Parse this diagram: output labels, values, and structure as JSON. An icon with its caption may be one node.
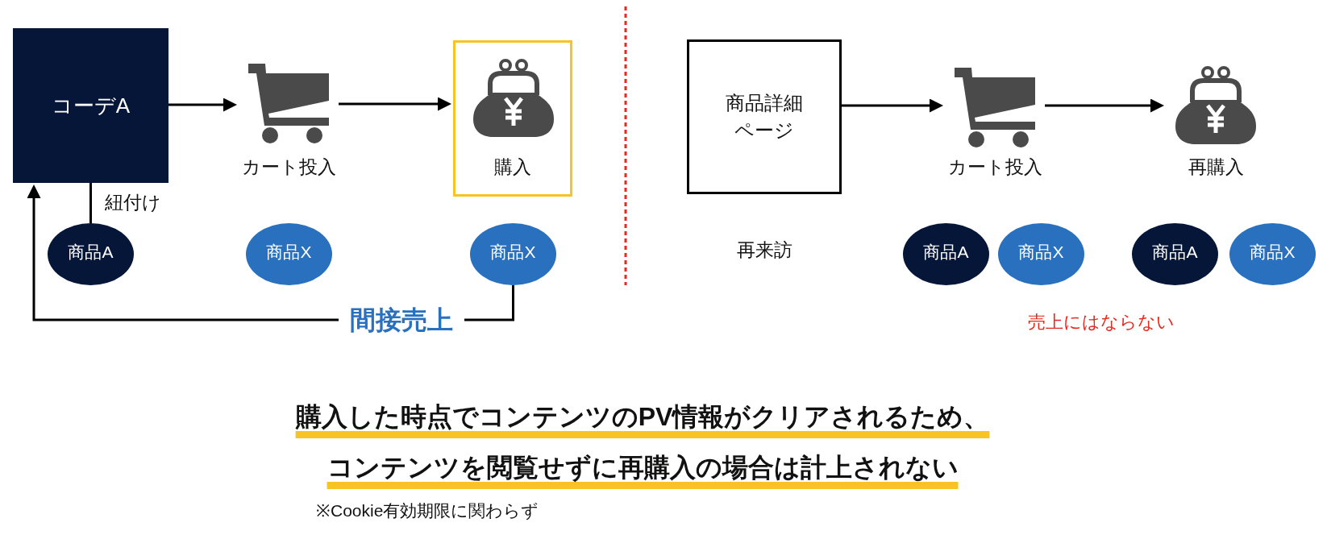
{
  "diagram": {
    "nodes": [
      {
        "text": [
          "コーデA"
        ]
      },
      {
        "text": [],
        "shape": "picture",
        "beside": [
          "カート投入"
        ]
      },
      {
        "text": [
          "購入"
        ]
      },
      {
        "text": [],
        "shape": "picture",
        "in": 2
      },
      {
        "text": [
          "商品A"
        ]
      },
      {
        "text": [
          "商品X"
        ]
      },
      {
        "text": [
          "商品X"
        ]
      },
      {
        "text": [
          "商品詳細ページ"
        ],
        "beside": [
          "再来訪"
        ]
      },
      {
        "text": [],
        "shape": "picture",
        "beside": [
          "カート投入"
        ]
      },
      {
        "text": [],
        "shape": "picture",
        "beside": [
          "再購入"
        ]
      },
      {
        "text": [
          "商品A"
        ]
      },
      {
        "text": [
          "商品X"
        ]
      },
      {
        "text": [
          "商品A"
        ]
      },
      {
        "text": [
          "商品X"
        ]
      }
    ],
    "edges": [
      {
        "from": 0,
        "to": 1,
        "arrow": "to"
      },
      {
        "from": 1,
        "to": 2,
        "arrow": "to"
      },
      {
        "from": 0,
        "to": 4,
        "arrow": "none",
        "label": "紐付け"
      },
      {
        "from": 6,
        "to": 0,
        "arrow": "to",
        "label": "間接売上"
      },
      {
        "from": 7,
        "to": 8,
        "arrow": "to"
      },
      {
        "from": 8,
        "to": 9,
        "arrow": "to"
      }
    ],
    "labels": [
      "売上にはならない",
      "購入した時点でコンテンツのPV情報がクリアされるため、コンテンツを閲覧せずに再購入の場合は計上されない",
      "※Cookie有効期限に関わらず"
    ]
  }
}
